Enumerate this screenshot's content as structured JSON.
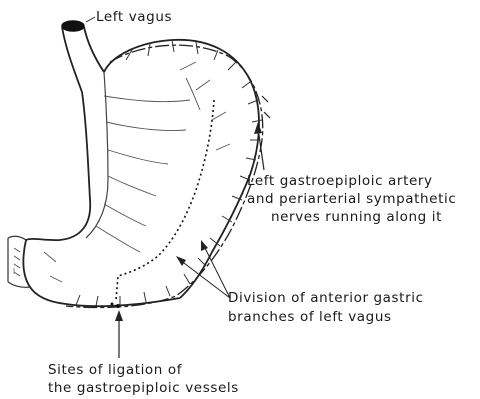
{
  "labels": {
    "left_vagus": "Left vagus",
    "gastroepiploic": [
      "Left gastroepiploic artery",
      "and periarterial sympathetic",
      "nerves running along it"
    ],
    "division": [
      "Division of anterior gastric",
      "branches of left vagus"
    ],
    "ligation": [
      "Sites of ligation of",
      "the gastroepiploic vessels"
    ]
  }
}
